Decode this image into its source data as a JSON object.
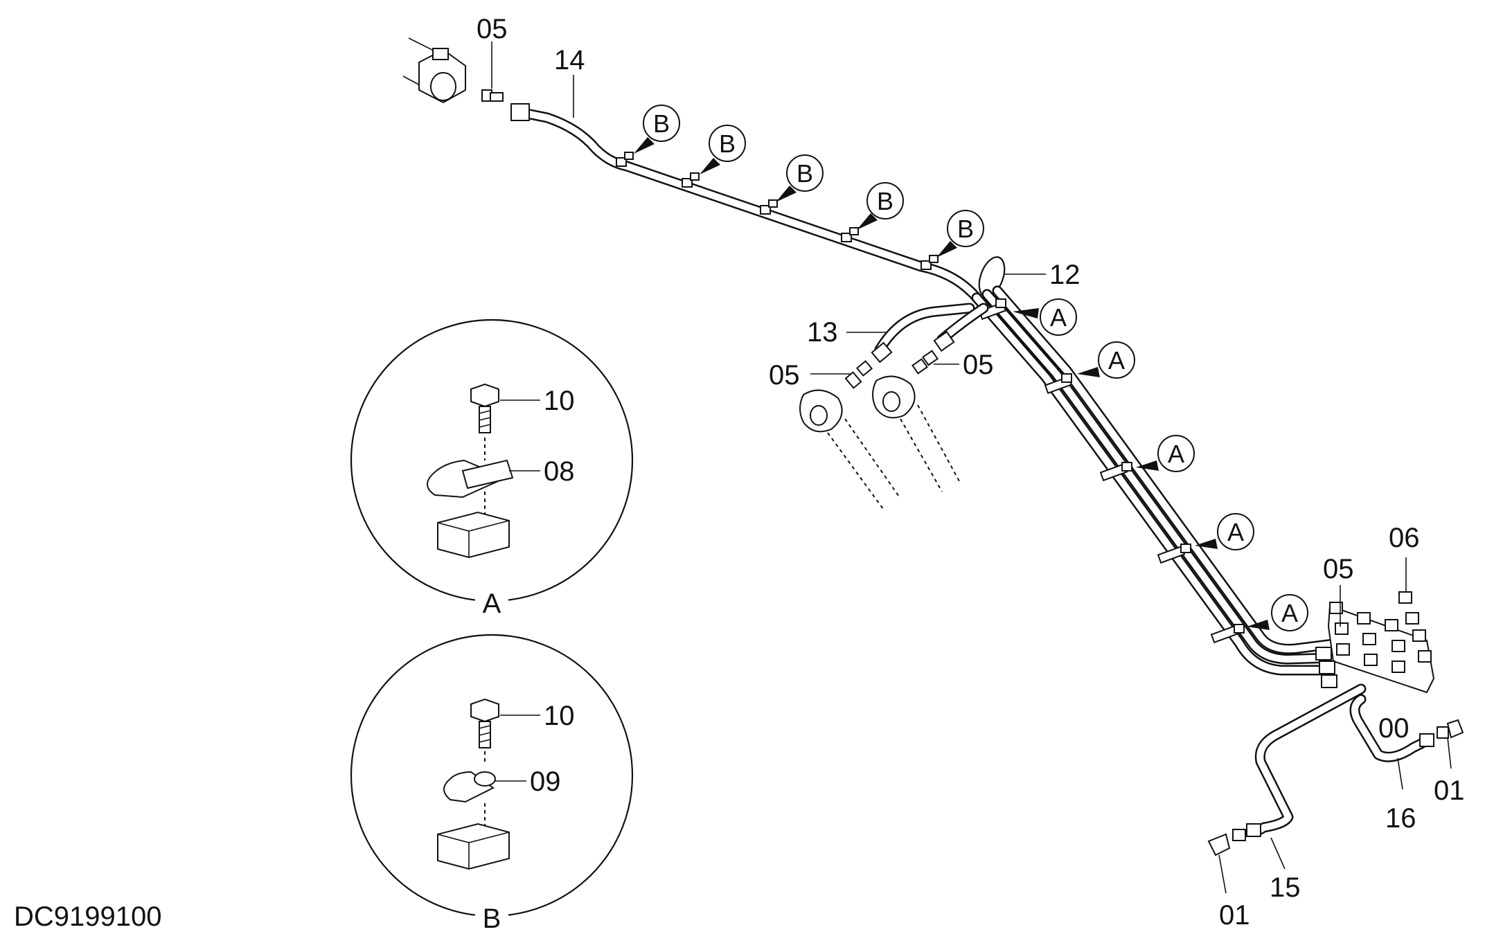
{
  "drawing_number": "DC9199100",
  "detail_views": [
    {
      "id": "A",
      "label": "A",
      "bolt_part": "10",
      "clip_part": "08"
    },
    {
      "id": "B",
      "label": "B",
      "bolt_part": "10",
      "clip_part": "09"
    }
  ],
  "callouts": {
    "letter_a": "A",
    "letter_b": "B"
  },
  "part_labels": {
    "p05_top": "05",
    "p14": "14",
    "p12": "12",
    "p13": "13",
    "p05_left": "05",
    "p05_mid": "05",
    "p05_right": "05",
    "p06": "06",
    "p00": "00",
    "p01_right": "01",
    "p16": "16",
    "p15": "15",
    "p01_bottom": "01"
  }
}
